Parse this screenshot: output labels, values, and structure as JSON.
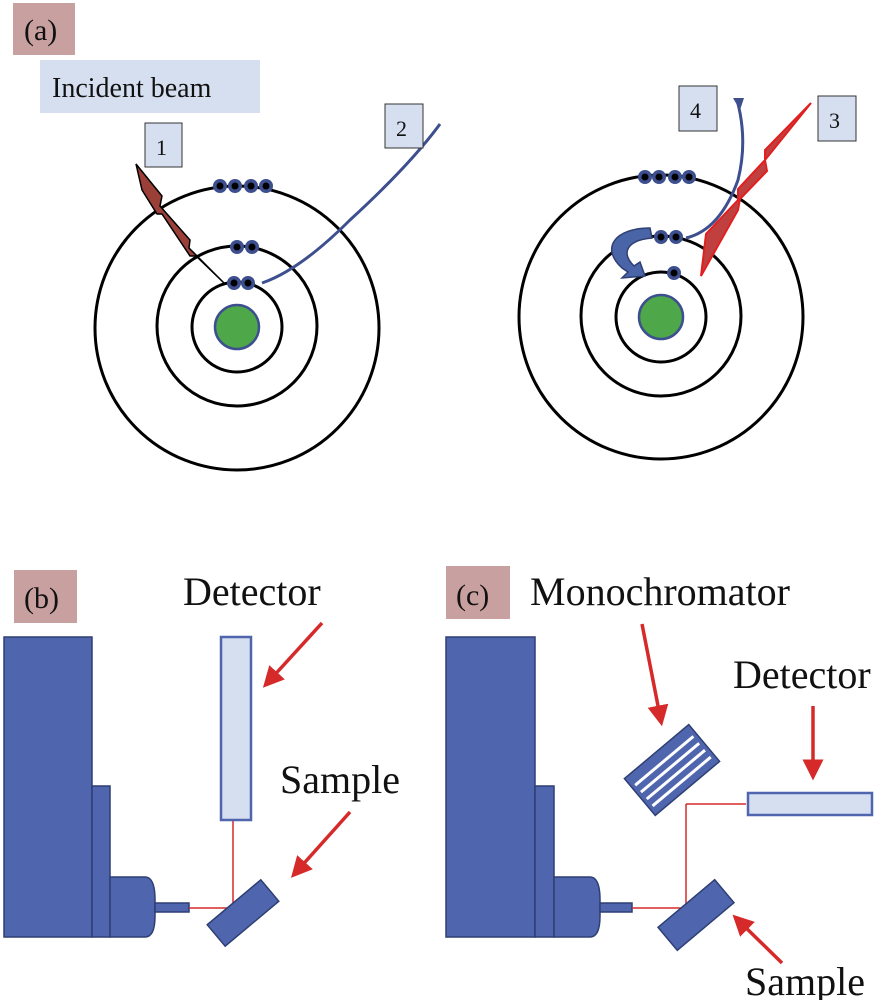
{
  "panels": {
    "a": {
      "tag": "(a)",
      "incident_label": "Incident beam",
      "step_labels": [
        "1",
        "2",
        "3",
        "4"
      ]
    },
    "b": {
      "tag": "(b)",
      "detector_label": "Detector",
      "sample_label": "Sample"
    },
    "c": {
      "tag": "(c)",
      "monochromator_label": "Monochromator",
      "detector_label": "Detector",
      "sample_label": "Sample"
    }
  },
  "colors": {
    "tag_bg": "#c9a0a0",
    "label_bg": "#d5dff0",
    "nucleus": "#4ea84a",
    "electron": "#3d4f8f",
    "instrument": "#4f65ad",
    "beam_red": "#d62a2a",
    "incident_beam": "#9b4038",
    "detector_fill": "#d5dff0"
  }
}
